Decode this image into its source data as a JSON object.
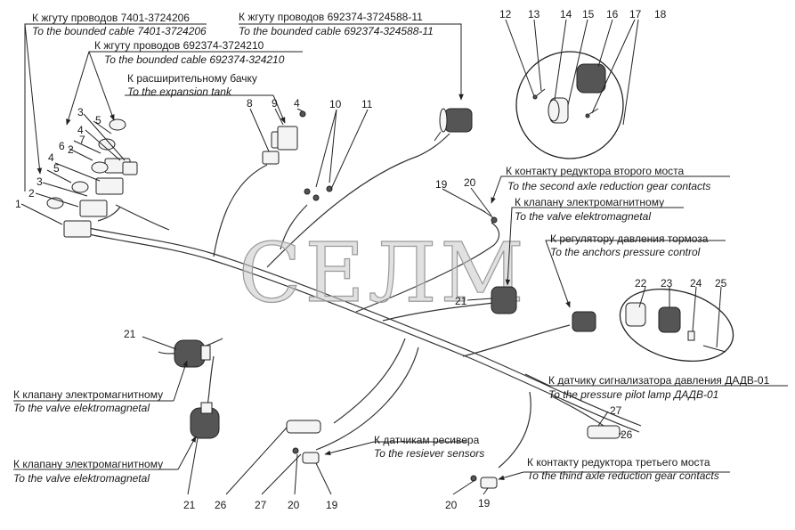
{
  "watermark": "СЕЛМ",
  "labels": {
    "cable_7401_ru": "К жгуту проводов 7401-3724206",
    "cable_7401_en": "To the bounded cable 7401-3724206",
    "cable_3724210_ru": "К жгуту проводов 692374-3724210",
    "cable_324210_en": "To the bounded cable 692374-324210",
    "tank_ru": "К расширительному бачку",
    "tank_en": "To the expansion tank",
    "cable_3724588_ru": "К жгуту проводов 692374-3724588-11",
    "cable_324588_en": "To the bounded cable 692374-324588-11",
    "second_axle_ru": "К контакту редуктора второго моста",
    "second_axle_en": "To the second axle reduction gear contacts",
    "valve_ru": "К клапану электромагнитному",
    "valve_en": "To the valve elektromagnetal",
    "brake_ru": "К регулятору давления тормоза",
    "brake_en": "To the anchors pressure control",
    "pressure_ru": "К датчику сигнализатора давления ДАДВ-01",
    "pressure_en": "To the pressure pilot lamp ДАДВ-01",
    "receiver_ru": "К датчикам ресивера",
    "receiver_en": "To the resiever sensors",
    "third_axle_ru": "К контакту редуктора третьего моста",
    "third_axle_en": "To the thind axle reduction gear contacts"
  },
  "callouts": {
    "c1": "1",
    "c2": "2",
    "c3": "3",
    "c4": "4",
    "c5": "5",
    "c6": "6",
    "c7": "7",
    "c8": "8",
    "c9": "9",
    "c10": "10",
    "c11": "11",
    "c12": "12",
    "c13": "13",
    "c14": "14",
    "c15": "15",
    "c16": "16",
    "c17": "17",
    "c18": "18",
    "c19": "19",
    "c20": "20",
    "c21": "21",
    "c22": "22",
    "c23": "23",
    "c24": "24",
    "c25": "25",
    "c26": "26",
    "c27": "27"
  }
}
